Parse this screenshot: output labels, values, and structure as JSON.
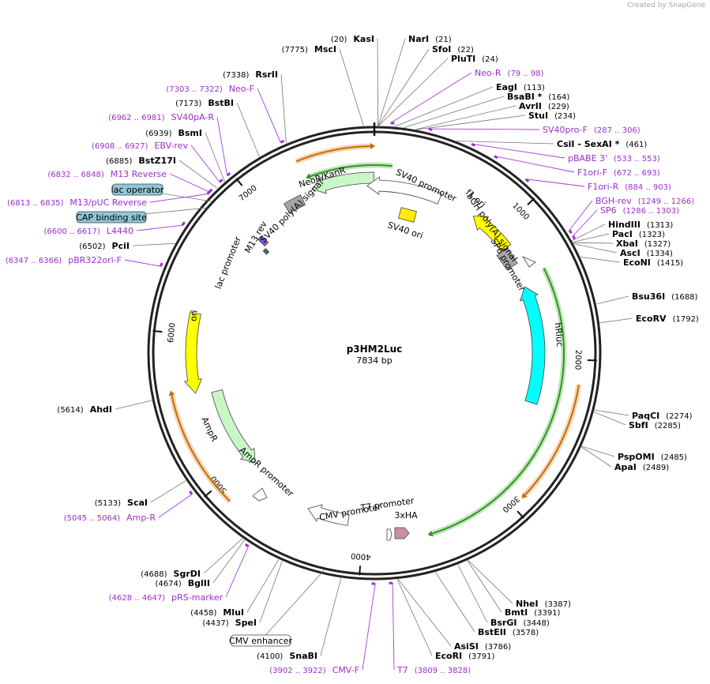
{
  "credit": "Created by SnapGene",
  "plasmid": {
    "name": "p3HM2Luc",
    "length_label": "7834 bp"
  },
  "ticks": [
    "1000",
    "2000",
    "3000",
    "4000",
    "5000",
    "6000",
    "7000"
  ],
  "sites": [
    {
      "name": "MscI",
      "pos": "(7775)"
    },
    {
      "name": "KasI",
      "pos": "(20)"
    },
    {
      "name": "NarI",
      "pos": "(21)"
    },
    {
      "name": "SfoI",
      "pos": "(22)"
    },
    {
      "name": "PluTI",
      "pos": "(24)"
    },
    {
      "name": "EagI",
      "pos": "(113)"
    },
    {
      "name": "BsaBI *",
      "pos": "(164)"
    },
    {
      "name": "AvrII",
      "pos": "(229)"
    },
    {
      "name": "StuI",
      "pos": "(234)"
    },
    {
      "name": "CsiI - SexAI *",
      "pos": "(461)"
    },
    {
      "name": "HindIII",
      "pos": "(1313)"
    },
    {
      "name": "PacI",
      "pos": "(1323)"
    },
    {
      "name": "XbaI",
      "pos": "(1327)"
    },
    {
      "name": "AscI",
      "pos": "(1334)"
    },
    {
      "name": "EcoNI",
      "pos": "(1415)"
    },
    {
      "name": "Bsu36I",
      "pos": "(1688)"
    },
    {
      "name": "EcoRV",
      "pos": "(1792)"
    },
    {
      "name": "PaqCI",
      "pos": "(2274)"
    },
    {
      "name": "SbfI",
      "pos": "(2285)"
    },
    {
      "name": "PspOMI",
      "pos": "(2485)"
    },
    {
      "name": "ApaI",
      "pos": "(2489)"
    },
    {
      "name": "NheI",
      "pos": "(3387)"
    },
    {
      "name": "BmtI",
      "pos": "(3391)"
    },
    {
      "name": "BsrGI",
      "pos": "(3448)"
    },
    {
      "name": "BstEII",
      "pos": "(3578)"
    },
    {
      "name": "AsiSI",
      "pos": "(3786)"
    },
    {
      "name": "EcoRI",
      "pos": "(3791)"
    },
    {
      "name": "SnaBI",
      "pos": "(4100)"
    },
    {
      "name": "SpeI",
      "pos": "(4437)"
    },
    {
      "name": "MluI",
      "pos": "(4458)"
    },
    {
      "name": "BglII",
      "pos": "(4674)"
    },
    {
      "name": "SgrDI",
      "pos": "(4688)"
    },
    {
      "name": "ScaI",
      "pos": "(5133)"
    },
    {
      "name": "AhdI",
      "pos": "(5614)"
    },
    {
      "name": "PciI",
      "pos": "(6502)"
    },
    {
      "name": "BstZ17I",
      "pos": "(6885)"
    },
    {
      "name": "BsmI",
      "pos": "(6939)"
    },
    {
      "name": "BstBI",
      "pos": "(7173)"
    },
    {
      "name": "RsrII",
      "pos": "(7338)"
    }
  ],
  "primers": [
    {
      "name": "Neo-R",
      "pos": "(79 .. 98)"
    },
    {
      "name": "SV40pro-F",
      "pos": "(287 .. 306)"
    },
    {
      "name": "pBABE 3'",
      "pos": "(533 .. 553)"
    },
    {
      "name": "F1ori-F",
      "pos": "(672 .. 693)"
    },
    {
      "name": "F1ori-R",
      "pos": "(884 .. 903)"
    },
    {
      "name": "BGH-rev",
      "pos": "(1249 .. 1266)"
    },
    {
      "name": "SP6",
      "pos": "(1286 .. 1303)"
    },
    {
      "name": "T7",
      "pos": "(3809 .. 3828)"
    },
    {
      "name": "CMV-F",
      "pos": "(3902 .. 3922)"
    },
    {
      "name": "pRS-marker",
      "pos": "(4628 .. 4647)"
    },
    {
      "name": "Amp-R",
      "pos": "(5045 .. 5064)"
    },
    {
      "name": "pBR322ori-F",
      "pos": "(6347 .. 6366)"
    },
    {
      "name": "L4440",
      "pos": "(6600 .. 6617)"
    },
    {
      "name": "M13/pUC Reverse",
      "pos": "(6813 .. 6835)"
    },
    {
      "name": "M13 Reverse",
      "pos": "(6832 .. 6848)"
    },
    {
      "name": "EBV-rev",
      "pos": "(6908 .. 6927)"
    },
    {
      "name": "SV40pA-R",
      "pos": "(6962 .. 6981)"
    },
    {
      "name": "Neo-F",
      "pos": "(7303 .. 7322)"
    }
  ],
  "boxed_features": [
    "lac operator",
    "CAP binding site",
    "CMV enhancer"
  ],
  "features": [
    "NeoR/KanR",
    "SV40 poly(A) signal",
    "SV40 promoter",
    "SV40 ori",
    "f1 ori",
    "bGH poly(A) signal",
    "SP6 promoter",
    "hRluc",
    "M13 rev",
    "lac promoter",
    "ori",
    "AmpR",
    "AmpR promoter",
    "CMV promoter",
    "T7 promoter",
    "3xHA"
  ],
  "colors": {
    "neo": "#c8f7c5",
    "sv40_promoter": "#ffffff",
    "sv40_ori": "#ffee00",
    "f1_ori": "#ffff00",
    "polyA": "#a6a6a6",
    "hrluc": "#00ffff",
    "ori": "#ffff00",
    "ampr": "#c8f7c5",
    "cmv": "#ffffff",
    "ha": "#c98fa6",
    "primer": "#9b2fc9",
    "orf_green": "#2b9a18",
    "orf_orange": "#c96d00"
  }
}
